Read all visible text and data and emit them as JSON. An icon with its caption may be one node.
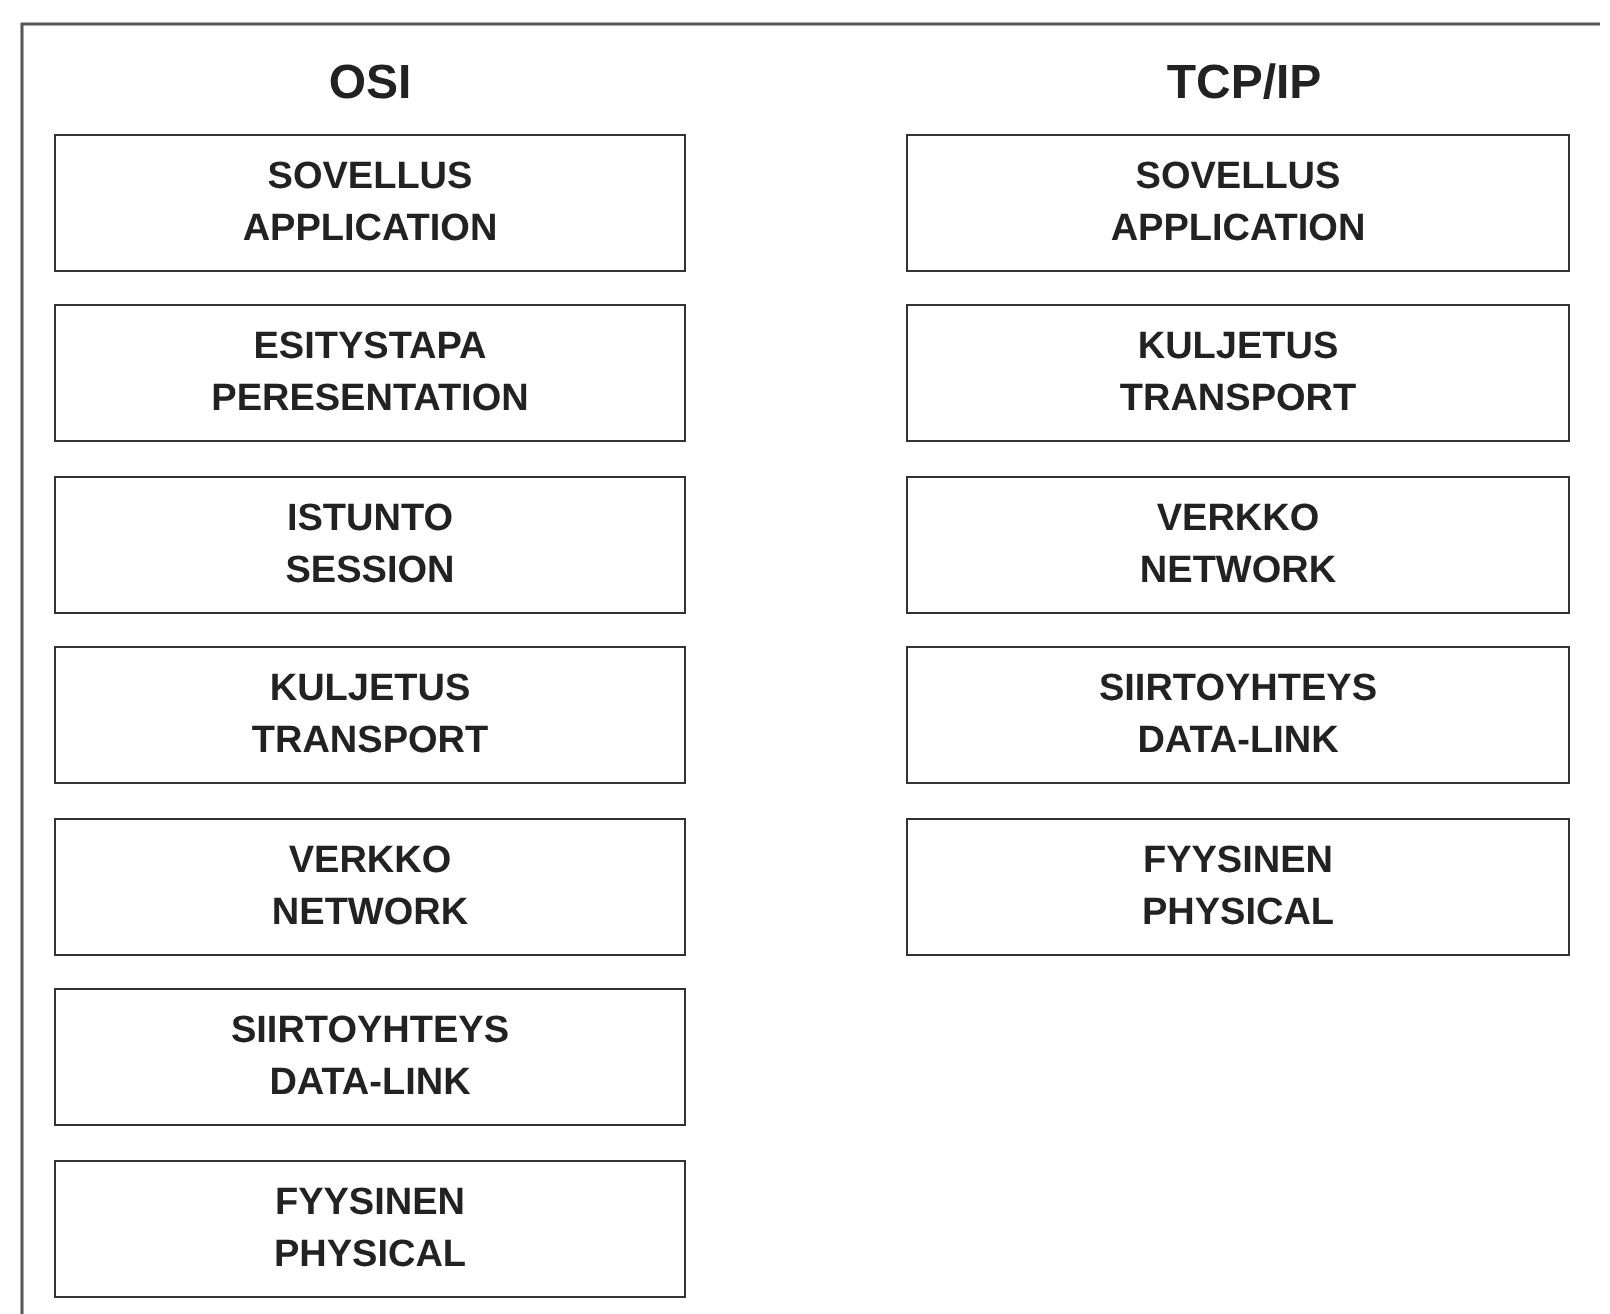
{
  "diagram": {
    "nodes": [
      {
        "text": [
          "SOVELLUS",
          "APPLICATION"
        ]
      },
      {
        "text": [
          "ESITYSTAPA",
          "PERESENTATION"
        ]
      },
      {
        "text": [
          "ISTUNTO",
          "SESSION"
        ]
      },
      {
        "text": [
          "KULJETUS",
          "TRANSPORT"
        ]
      },
      {
        "text": [
          "VERKKO",
          "NETWORK"
        ]
      },
      {
        "text": [
          "SIIRTOYHTEYS",
          "DATA-LINK"
        ]
      },
      {
        "text": [
          "FYYSINEN",
          "PHYSICAL"
        ]
      },
      {
        "text": [
          "SOVELLUS",
          "APPLICATION"
        ]
      },
      {
        "text": [
          "KULJETUS",
          "TRANSPORT"
        ]
      },
      {
        "text": [
          "VERKKO",
          "NETWORK"
        ]
      },
      {
        "text": [
          "SIIRTOYHTEYS",
          "DATA-LINK"
        ]
      },
      {
        "text": [
          "FYYSINEN",
          "PHYSICAL"
        ]
      }
    ],
    "labels": [
      "OSI",
      "TCP/IP"
    ]
  }
}
